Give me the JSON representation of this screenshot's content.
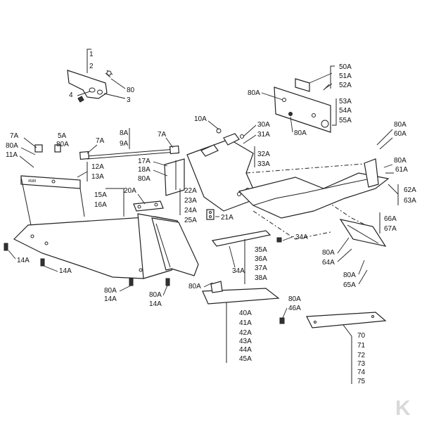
{
  "diagram": {
    "labels": {
      "l1": "1",
      "l2": "2",
      "l3": "3",
      "l4": "4",
      "l80top": "80",
      "l50A": "50A",
      "l51A": "51A",
      "l52A": "52A",
      "l80A_plate": "80A",
      "l53A": "53A",
      "l54A": "54A",
      "l55A": "55A",
      "l80A_plate2": "80A",
      "l10A": "10A",
      "l30A": "30A",
      "l31A": "31A",
      "l8A": "8A",
      "l9A": "9A",
      "l7A_c": "7A",
      "l7A_r": "7A",
      "l7A_l": "7A",
      "l5A": "5A",
      "l80A_l1": "80A",
      "l80A_l2": "80A",
      "l11A": "11A",
      "l12A": "12A",
      "l13A": "13A",
      "l17A": "17A",
      "l18A": "18A",
      "l80A_m": "80A",
      "l32A": "32A",
      "l33A": "33A",
      "l80A_r1": "80A",
      "l60A": "60A",
      "l80A_r2": "80A",
      "l61A": "61A",
      "l62A": "62A",
      "l63A": "63A",
      "l15A": "15A",
      "l16A": "16A",
      "l20A": "20A",
      "l22A": "22A",
      "l23A": "23A",
      "l24A": "24A",
      "l25A": "25A",
      "l21A": "21A",
      "l66A": "66A",
      "l67A": "67A",
      "l80A_64": "80A",
      "l64A": "64A",
      "l80A_65": "80A",
      "l65A": "65A",
      "l34A_r": "34A",
      "l35A": "35A",
      "l36A": "36A",
      "l37A": "37A",
      "l38A": "38A",
      "l34A_m": "34A",
      "l14A_a": "14A",
      "l14A_b": "14A",
      "l80A_s1": "80A",
      "l14A_c": "14A",
      "l80A_s2": "80A",
      "l14A_d": "14A",
      "l80A_s3": "80A",
      "l80A_46": "80A",
      "l46A": "46A",
      "l40A": "40A",
      "l41A": "41A",
      "l42A": "42A",
      "l43A": "43A",
      "l44A": "44A",
      "l45A": "45A",
      "l70": "70",
      "l71": "71",
      "l72": "72",
      "l73": "73",
      "l74": "74",
      "l75": "75"
    },
    "plate_stamp": "4588",
    "logo_text": "K",
    "colors": {
      "line": "#222222",
      "logo": "#d9d9d9"
    }
  }
}
